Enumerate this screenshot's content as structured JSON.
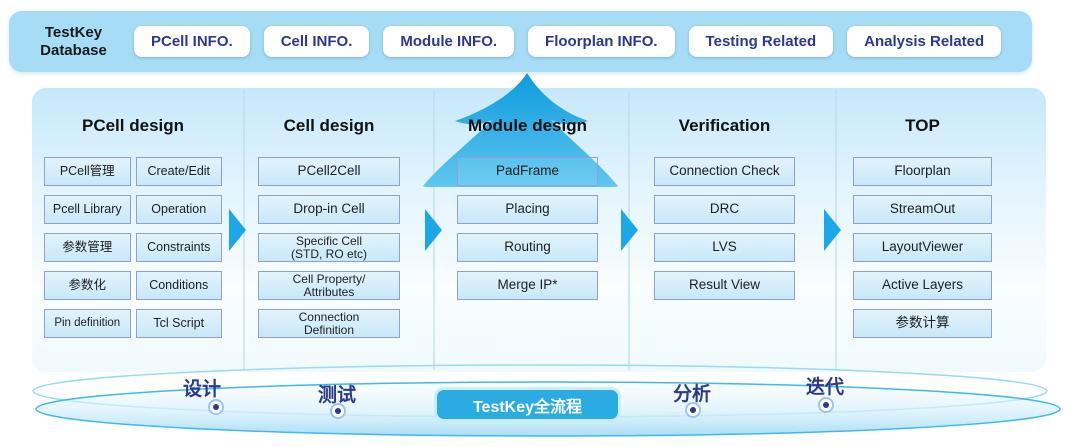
{
  "database_bar": {
    "title_line1": "TestKey",
    "title_line2": "Database",
    "buttons": [
      "PCell INFO.",
      "Cell INFO.",
      "Module INFO.",
      "Floorplan INFO.",
      "Testing Related",
      "Analysis Related"
    ]
  },
  "columns": [
    {
      "title": "PCell design",
      "left_items": [
        "PCell管理",
        "Pcell Library",
        "参数管理",
        "参数化",
        "Pin definition"
      ],
      "right_items": [
        "Create/Edit",
        "Operation",
        "Constraints",
        "Conditions",
        "Tcl Script"
      ]
    },
    {
      "title": "Cell design",
      "items": [
        "PCell2Cell",
        "Drop-in Cell",
        "Specific Cell\n(STD, RO etc)",
        "Cell Property/\nAttributes",
        "Connection\nDefinition"
      ]
    },
    {
      "title": "Module design",
      "items": [
        "PadFrame",
        "Placing",
        "Routing",
        "Merge IP*"
      ]
    },
    {
      "title": "Verification",
      "items": [
        "Connection Check",
        "DRC",
        "LVS",
        "Result View"
      ]
    },
    {
      "title": "TOP",
      "items": [
        "Floorplan",
        "StreamOut",
        "LayoutViewer",
        "Active Layers",
        "参数计算"
      ]
    }
  ],
  "flow_axis": {
    "stages": [
      "设计",
      "测试",
      "分析",
      "迭代"
    ],
    "banner": "TestKey全流程"
  },
  "colors": {
    "accent": "#29ABE2",
    "deep_blue": "#2B3990",
    "bar_bg": "#A7DCF6",
    "box_border": "#8FA0D8"
  }
}
